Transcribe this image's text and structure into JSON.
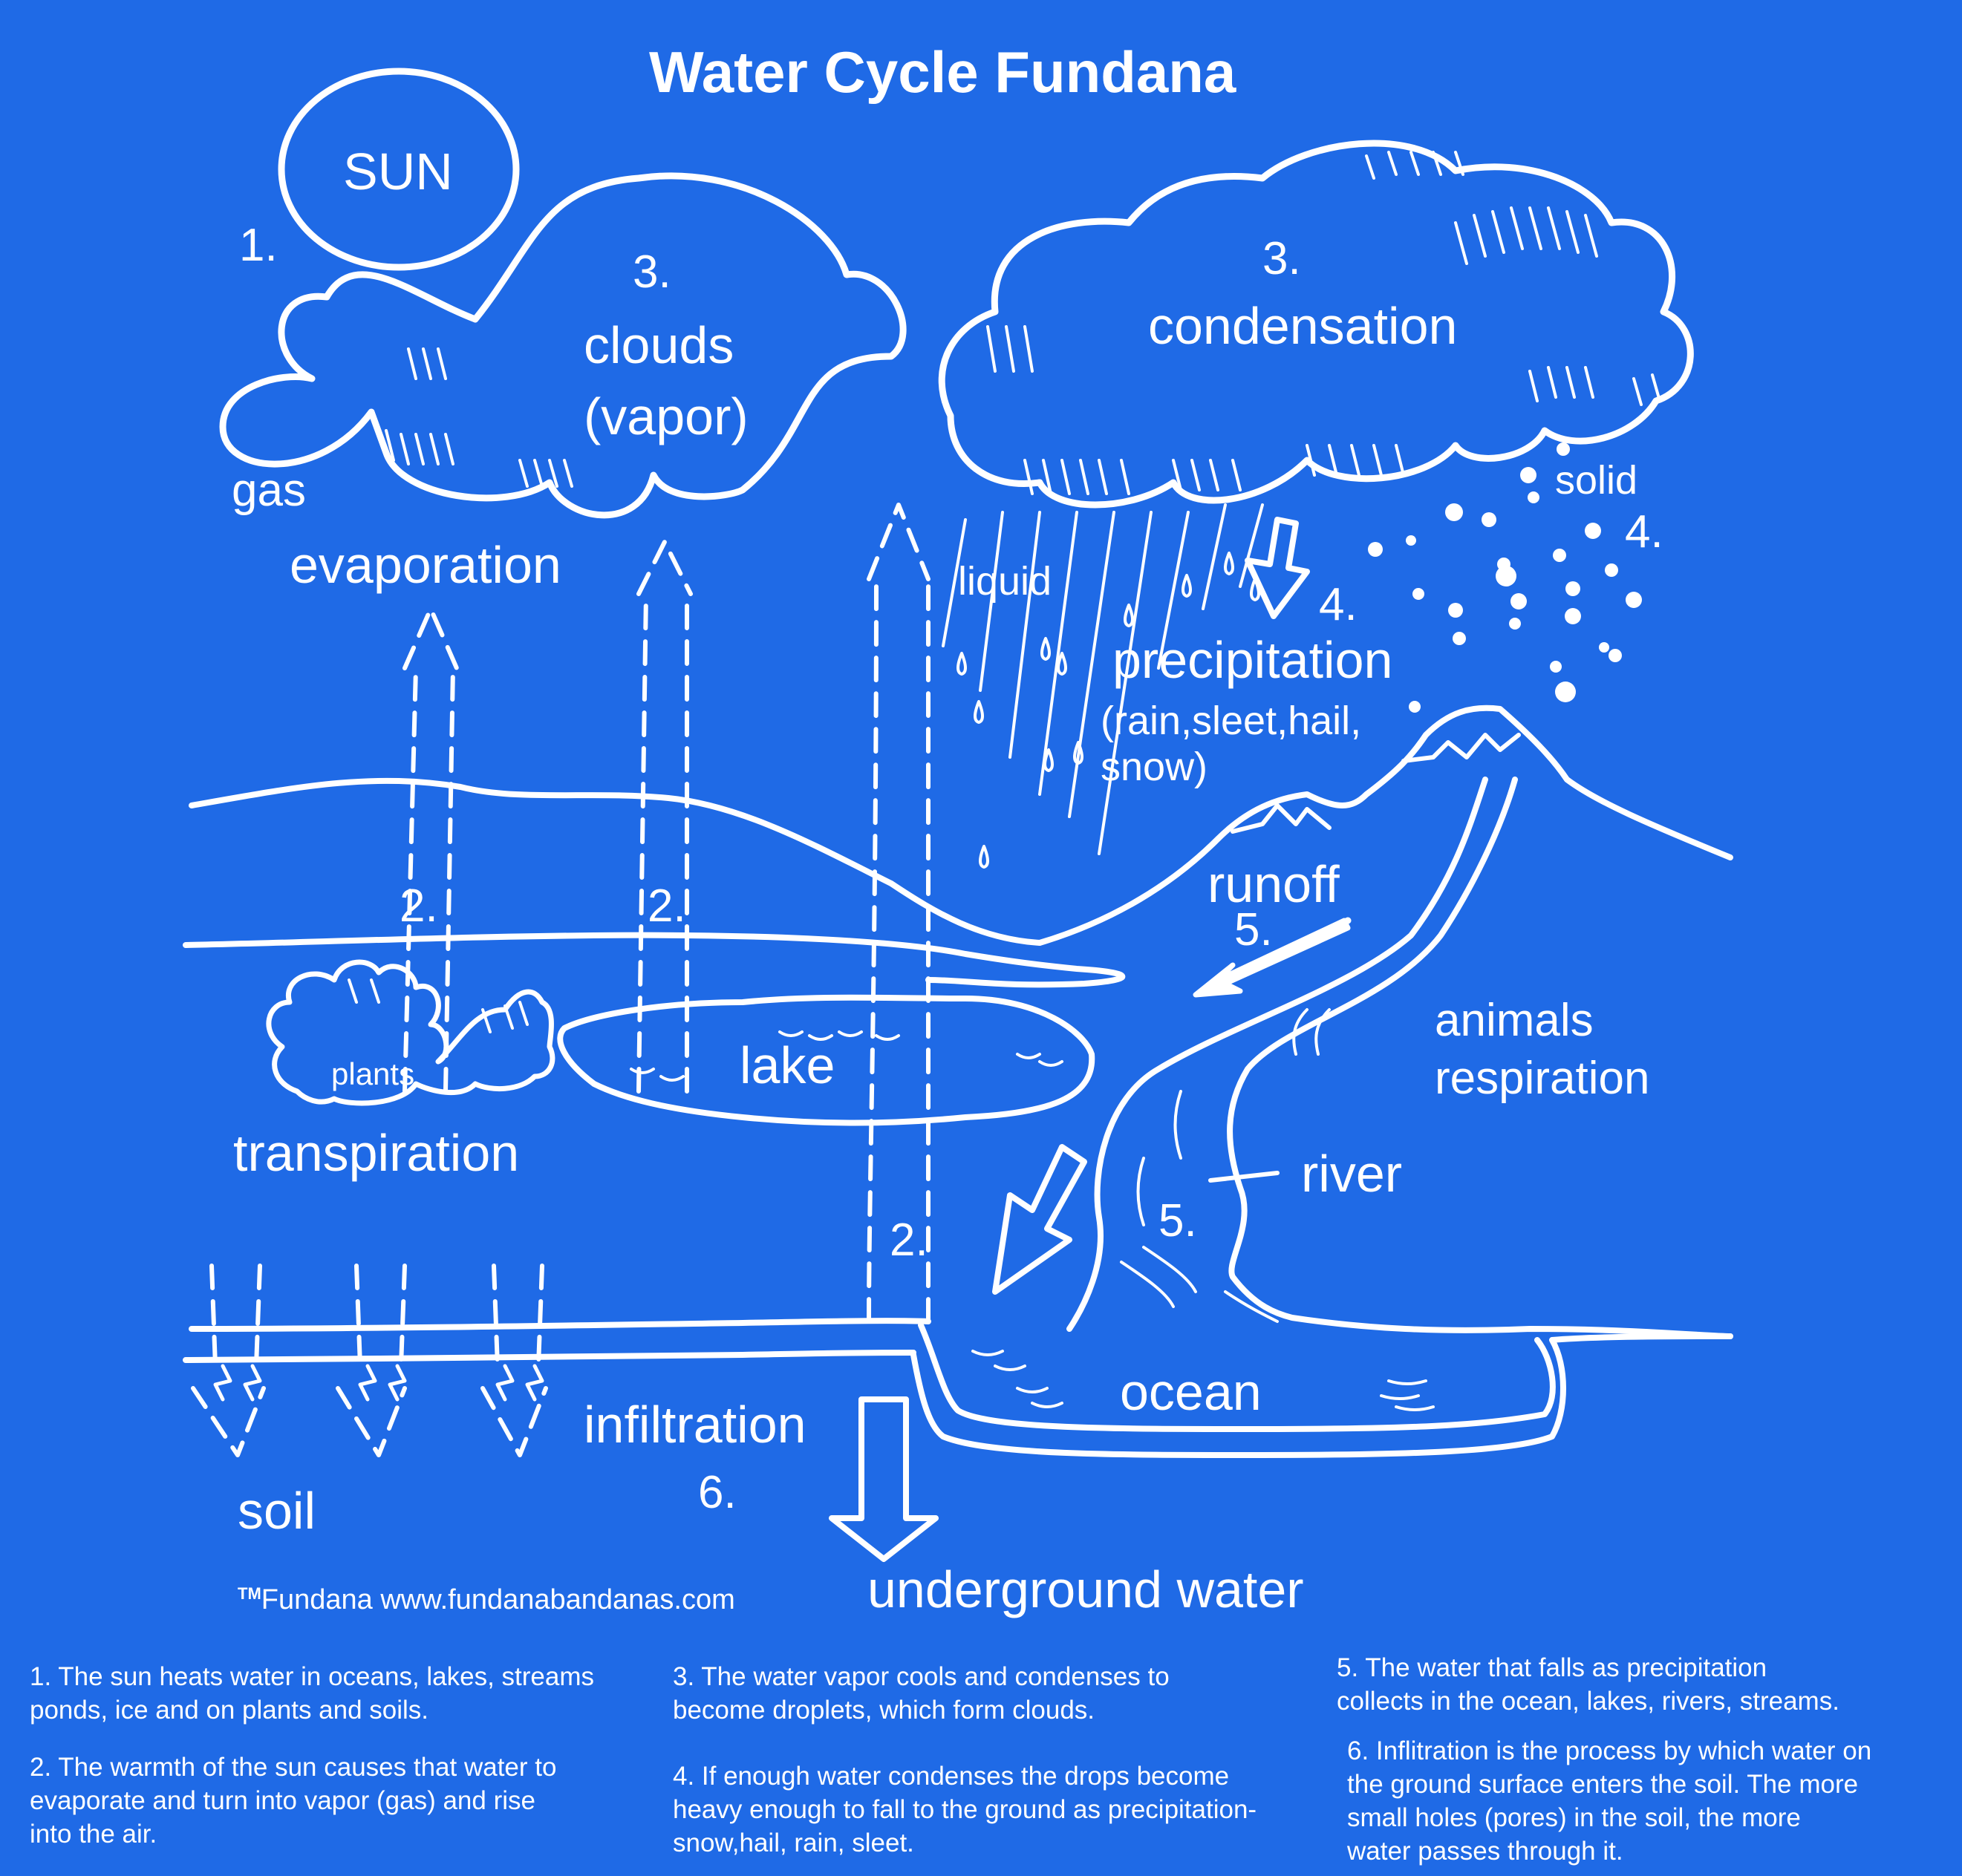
{
  "title": "Water Cycle Fundana",
  "labels": {
    "sun": "SUN",
    "step1": "1.",
    "clouds_step": "3.",
    "clouds": "clouds",
    "vapor": "(vapor)",
    "condensation_step": "3.",
    "condensation": "condensation",
    "gas": "gas",
    "evaporation": "evaporation",
    "liquid": "liquid",
    "solid": "solid",
    "solid_step": "4.",
    "precip_step": "4.",
    "precipitation": "precipitation",
    "precip_types_1": "(rain,sleet,hail,",
    "precip_types_2": "snow)",
    "runoff": "runoff",
    "runoff_step": "5.",
    "evap_step_a": "2.",
    "evap_step_b": "2.",
    "evap_step_c": "2.",
    "plants": "plants",
    "lake": "lake",
    "transpiration": "transpiration",
    "animals": "animals",
    "respiration": "respiration",
    "river": "river",
    "river_step": "5.",
    "ocean": "ocean",
    "infiltration": "infiltration",
    "infiltration_step": "6.",
    "soil": "soil",
    "underground_water": "underground water",
    "trademark": "TM",
    "credit": "Fundana www.fundanabandanas.com"
  },
  "notes": [
    "1. The sun heats water in oceans, lakes, streams\nponds, ice and on plants and soils.",
    "2. The warmth of the sun causes that water to\nevaporate and turn into vapor (gas) and rise\ninto the air.",
    "3. The water vapor cools and condenses to\nbecome droplets, which form clouds.",
    "4. If enough water condenses the drops become\nheavy enough to fall to the ground as precipitation-\nsnow,hail, rain, sleet.",
    "5. The water that falls as precipitation\ncollects in the ocean, lakes, rivers, streams.",
    "6. Inflitration is the process by which water on\nthe ground surface enters the soil. The more\nsmall holes (pores) in the soil, the more\nwater passes through it."
  ],
  "colors": {
    "background": "#1f6ae6",
    "ink": "#ffffff"
  }
}
